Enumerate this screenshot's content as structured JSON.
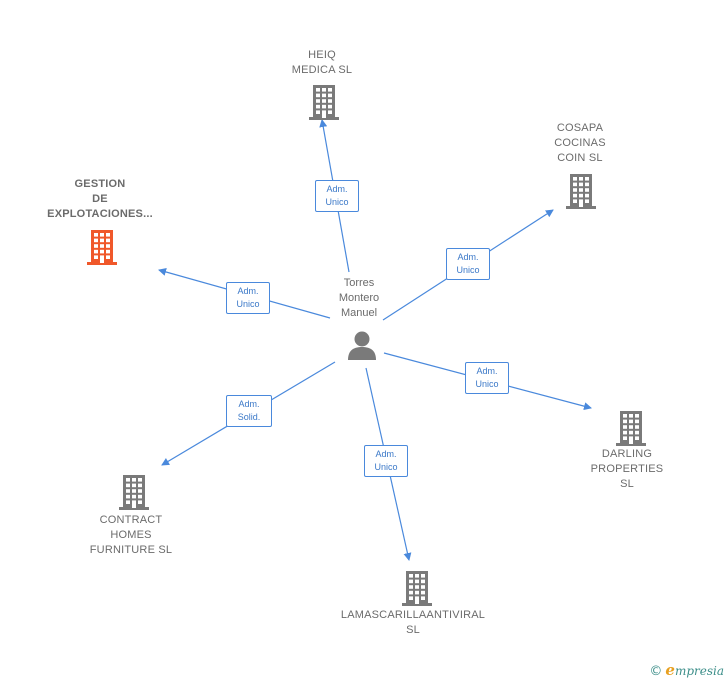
{
  "center": {
    "name_lines": [
      "Torres",
      "Montero",
      "Manuel"
    ],
    "icon": "person-icon"
  },
  "companies": [
    {
      "id": "heiq",
      "lines": [
        "HEIQ",
        "MEDICA  SL"
      ],
      "icon": "building-icon",
      "color": "#7a7a7a",
      "highlight": false
    },
    {
      "id": "cosapa",
      "lines": [
        "COSAPA",
        "COCINAS",
        "COIN SL"
      ],
      "icon": "building-icon",
      "color": "#7a7a7a",
      "highlight": false
    },
    {
      "id": "gestion",
      "lines": [
        "GESTION",
        "DE",
        "EXPLOTACIONES..."
      ],
      "icon": "building-icon",
      "color": "#f0582a",
      "highlight": true
    },
    {
      "id": "darling",
      "lines": [
        "DARLING",
        "PROPERTIES",
        "SL"
      ],
      "icon": "building-icon",
      "color": "#7a7a7a",
      "highlight": false
    },
    {
      "id": "contract",
      "lines": [
        "CONTRACT",
        "HOMES",
        "FURNITURE  SL"
      ],
      "icon": "building-icon",
      "color": "#7a7a7a",
      "highlight": false
    },
    {
      "id": "lamascarilla",
      "lines": [
        "LAMASCARILLAANTIVIRAL",
        "SL"
      ],
      "icon": "building-icon",
      "color": "#7a7a7a",
      "highlight": false
    }
  ],
  "relations": [
    {
      "target": "heiq",
      "lines": [
        "Adm.",
        "Unico"
      ]
    },
    {
      "target": "cosapa",
      "lines": [
        "Adm.",
        "Unico"
      ]
    },
    {
      "target": "gestion",
      "lines": [
        "Adm.",
        "Unico"
      ]
    },
    {
      "target": "darling",
      "lines": [
        "Adm.",
        "Unico"
      ]
    },
    {
      "target": "contract",
      "lines": [
        "Adm.",
        "Solid."
      ]
    },
    {
      "target": "lamascarilla",
      "lines": [
        "Adm.",
        "Unico"
      ]
    }
  ],
  "footer": {
    "copyright_symbol": "©",
    "brand_initial": "e",
    "brand_rest": "mpresia"
  },
  "colors": {
    "edge": "#4a89dc",
    "node_grey": "#7a7a7a",
    "highlight": "#f0582a"
  }
}
